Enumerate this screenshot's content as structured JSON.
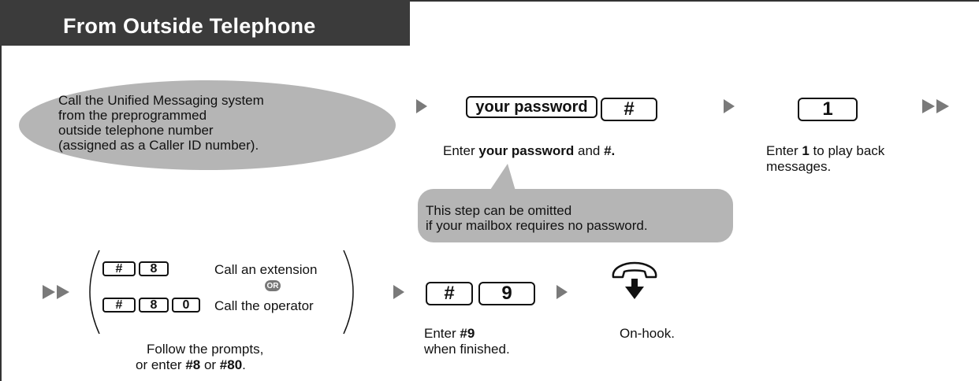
{
  "header": {
    "title": "From Outside Telephone"
  },
  "step1": {
    "text": [
      "Call the Unified Messaging system",
      "from the preprogrammed",
      "outside telephone number",
      "(assigned as a Caller ID number)."
    ]
  },
  "step2": {
    "key_password": "your password",
    "key_hash": "#",
    "desc_before": "Enter ",
    "desc_bold": "your password",
    "desc_mid": " and ",
    "desc_bold2": "#."
  },
  "step3": {
    "key": "1",
    "desc_before": "Enter ",
    "desc_bold": "1",
    "desc_after": " to play back",
    "desc_line2": "messages."
  },
  "note": {
    "line1": "This step can be omitted",
    "line2": "if your mailbox requires no password."
  },
  "options": {
    "ext_keys": [
      "#",
      "8"
    ],
    "ext_label": "Call an extension",
    "or_label": "OR",
    "op_keys": [
      "#",
      "8",
      "0"
    ],
    "op_label": "Call the operator",
    "desc_line1": "Follow the prompts,",
    "desc_line2_before": "or enter ",
    "desc_bold1": "#8",
    "desc_mid": " or ",
    "desc_bold2": "#80",
    "desc_end": "."
  },
  "finish": {
    "keys": [
      "#",
      "9"
    ],
    "desc_before": "Enter ",
    "desc_bold": "#9",
    "desc_line2": "when finished."
  },
  "onhook": {
    "label": "On-hook.",
    "icon": "on-hook-handset-icon"
  },
  "colors": {
    "header_bg": "#3b3b3b",
    "bubble": "#b5b5b5",
    "arrow": "#7a7a7a"
  }
}
